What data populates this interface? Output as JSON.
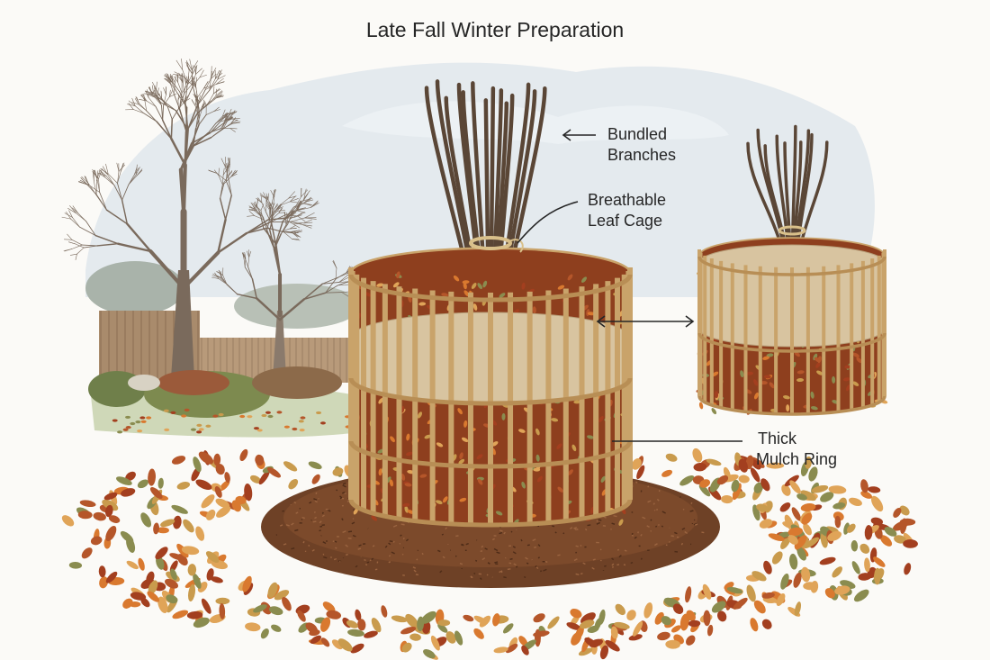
{
  "title": "Late Fall Winter Preparation",
  "labels": {
    "bundled_branches": [
      "Bundled",
      "Branches"
    ],
    "leaf_cage": [
      "Breathable",
      "Leaf Cage"
    ],
    "mulch_ring": [
      "Thick",
      "Mulch Ring"
    ]
  },
  "colors": {
    "sky": "#d9e2ea",
    "bare_tree": "#7a6a5c",
    "fence": "#a98b6c",
    "mulch": "#6e4126",
    "leaf_palette": [
      "#b5562a",
      "#d9792f",
      "#a33f1f",
      "#c99b4d",
      "#8a8c4f",
      "#e0a458"
    ],
    "bamboo": "#c9a36a",
    "burlap": "#d8c4a0",
    "branch": "#5a4636",
    "text": "#262626"
  }
}
